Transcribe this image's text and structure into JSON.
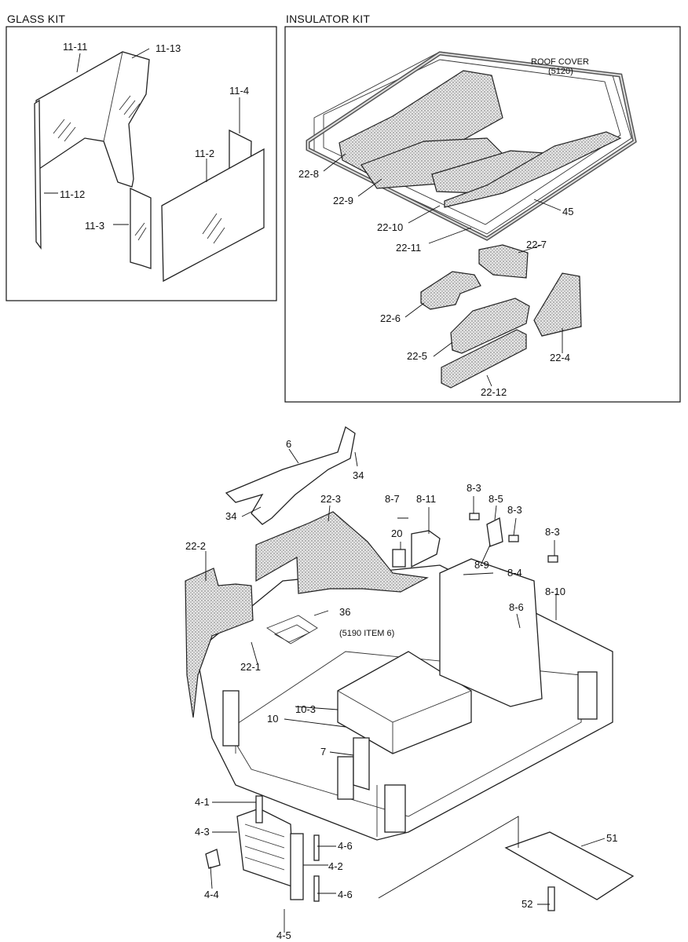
{
  "sections": {
    "glass_kit": "GLASS KIT",
    "insulator_kit": "INSULATOR KIT"
  },
  "glass_labels": [
    "11-11",
    "11-13",
    "11-4",
    "11-2",
    "11-12",
    "11-3"
  ],
  "insulator_labels": [
    "22-8",
    "22-9",
    "22-10",
    "22-11",
    "45",
    "22-7",
    "22-6",
    "22-5",
    "22-4",
    "22-12"
  ],
  "roof_cover": {
    "line1": "ROOF COVER",
    "line2": "(5120)"
  },
  "main_labels": [
    "6",
    "34",
    "34",
    "22-3",
    "22-2",
    "8-7",
    "8-11",
    "20",
    "8-3",
    "8-5",
    "8-3",
    "8-3",
    "8-9",
    "8-4",
    "8-10",
    "8-6",
    "36",
    "(5190 ITEM 6)",
    "22-1",
    "10-3",
    "10",
    "7",
    "4-1",
    "4-3",
    "4-6",
    "4-2",
    "4-4",
    "4-6",
    "4-5",
    "51",
    "52"
  ]
}
